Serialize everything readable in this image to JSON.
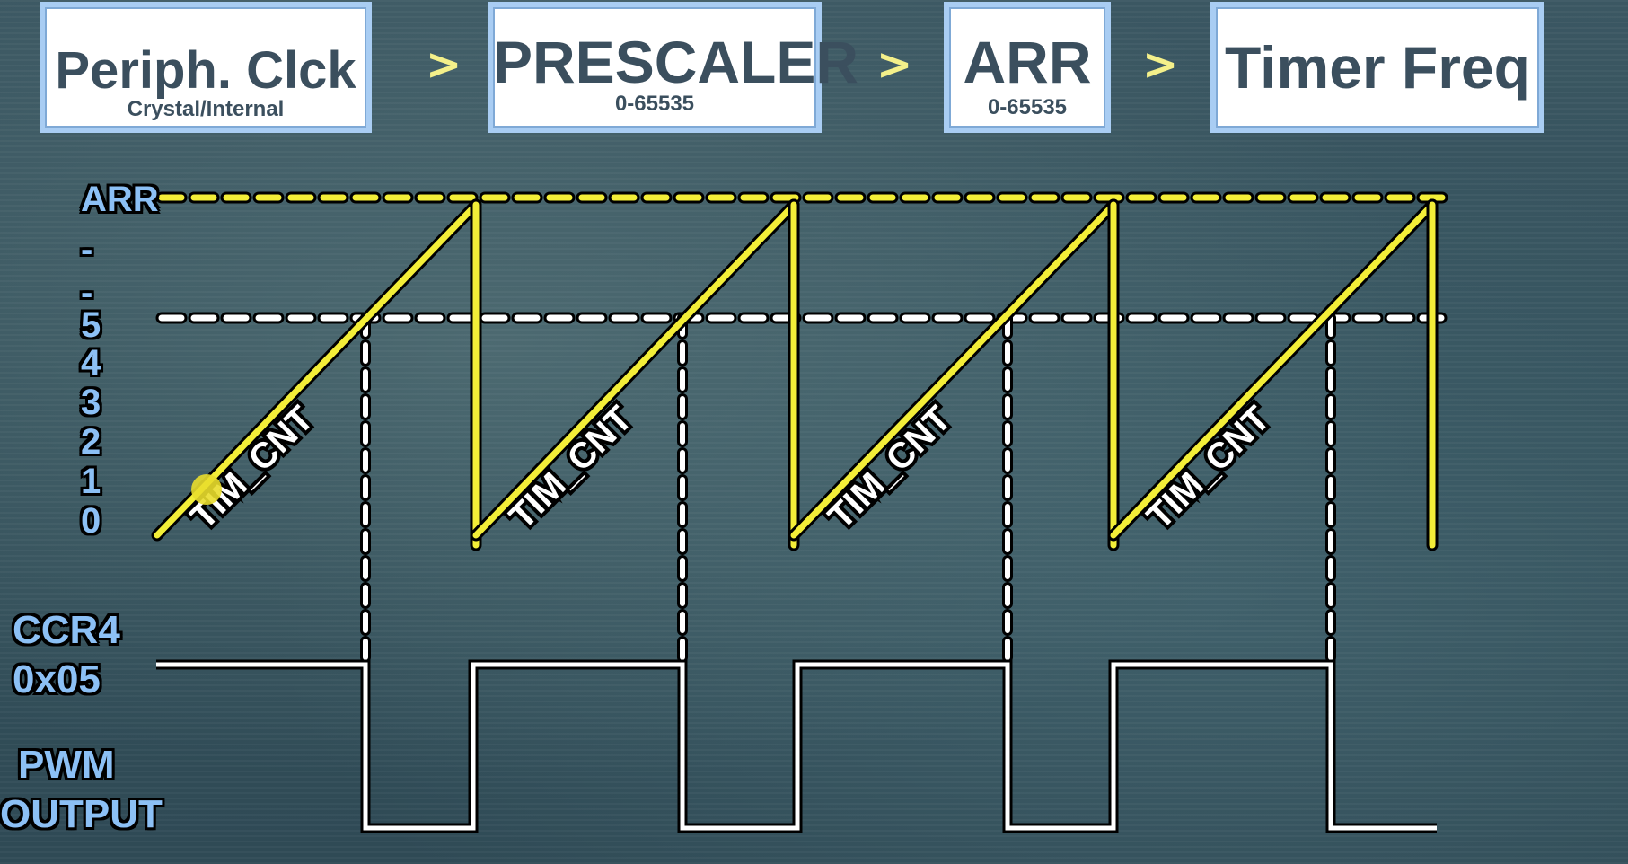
{
  "chain": {
    "periph_clk": {
      "title": "Periph. Clck",
      "subtitle": "Crystal/Internal"
    },
    "prescaler": {
      "title": "PRESCALER",
      "subtitle": "0-65535"
    },
    "arr": {
      "title": "ARR",
      "subtitle": "0-65535"
    },
    "timer_freq": {
      "title": "Timer Freq"
    },
    "arrow_glyph": ">"
  },
  "axis": {
    "arr_label": "ARR",
    "ticks": [
      "-",
      "-",
      "5",
      "4",
      "3",
      "2",
      "1",
      "0"
    ]
  },
  "ramps": {
    "label": "TIM_CNT"
  },
  "compare": {
    "line1": "CCR4",
    "line2": "0x05"
  },
  "output": {
    "line1": "PWM",
    "line2": "OUTPUT"
  },
  "colors": {
    "ramp": "#f3ee38",
    "arr_line": "#f3ee38",
    "compare_line": "#ffffff",
    "pwm": "#ffffff",
    "label_blue": "#8cc0f5",
    "box_border": "#a9cdf3",
    "box_text": "#3b4f5e"
  }
}
